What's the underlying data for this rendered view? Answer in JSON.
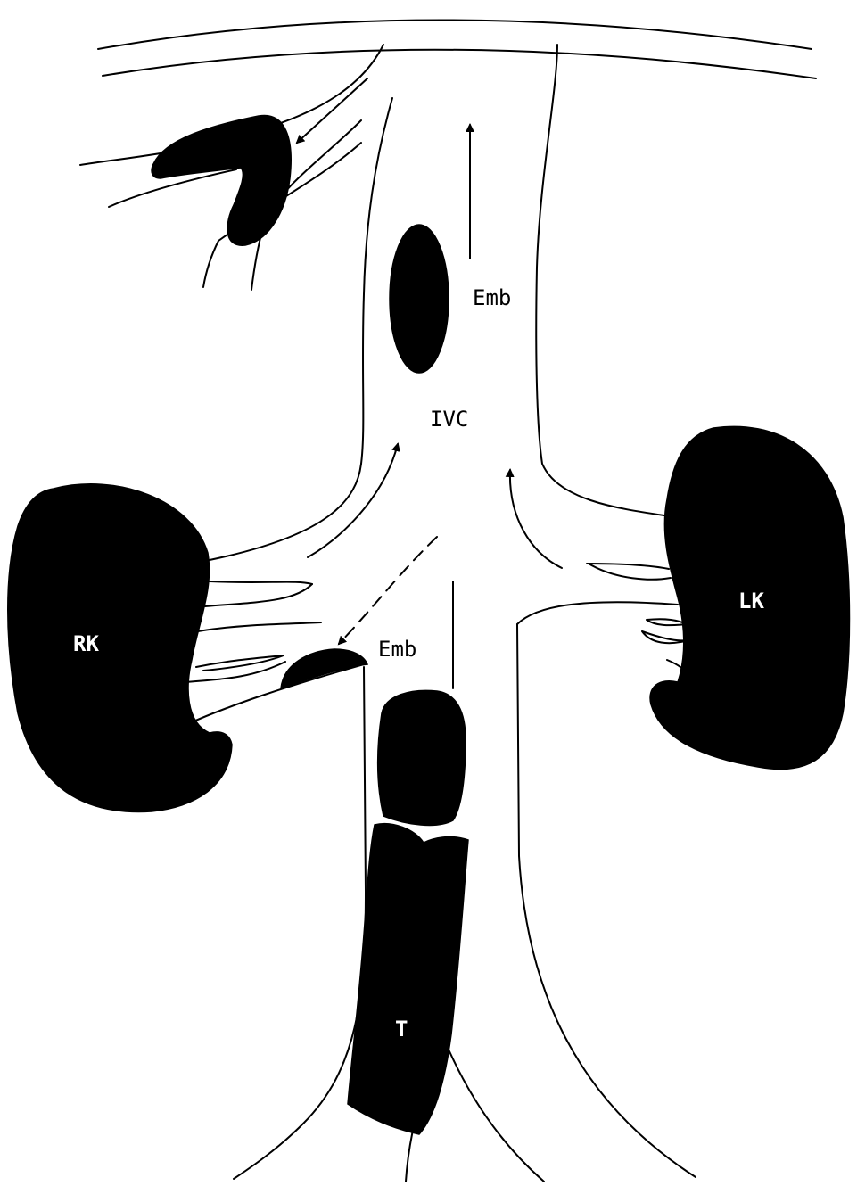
{
  "labels": {
    "emb_upper": "Emb",
    "ivc": "IVC",
    "rk": "RK",
    "lk": "LK",
    "emb_lower": "Emb",
    "tumor": "T"
  },
  "colors": {
    "ink": "#000000",
    "background": "#ffffff"
  }
}
